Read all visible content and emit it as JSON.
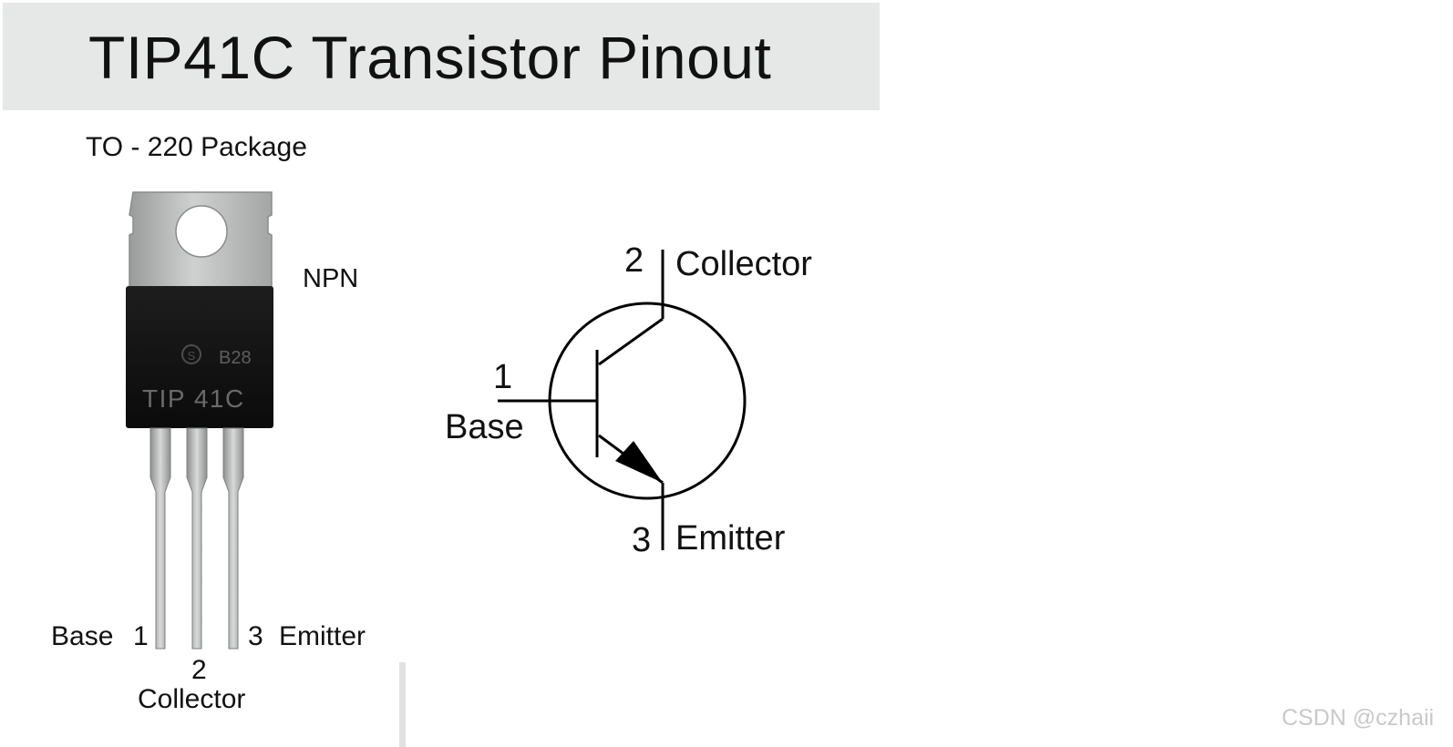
{
  "title": "TIP41C Transistor Pinout",
  "package_label": "TO - 220 Package",
  "type_label": "NPN",
  "chip_marking": {
    "logo": "S",
    "code": "B28",
    "part": "TIP 41C"
  },
  "package_pins": {
    "base_name": "Base",
    "base_num": "1",
    "collector_num": "2",
    "collector_name": "Collector",
    "emitter_num": "3",
    "emitter_name": "Emitter"
  },
  "symbol": {
    "collector_num": "2",
    "collector_name": "Collector",
    "base_num": "1",
    "base_name": "Base",
    "emitter_num": "3",
    "emitter_name": "Emitter"
  },
  "watermark": "CSDN @czhaii"
}
